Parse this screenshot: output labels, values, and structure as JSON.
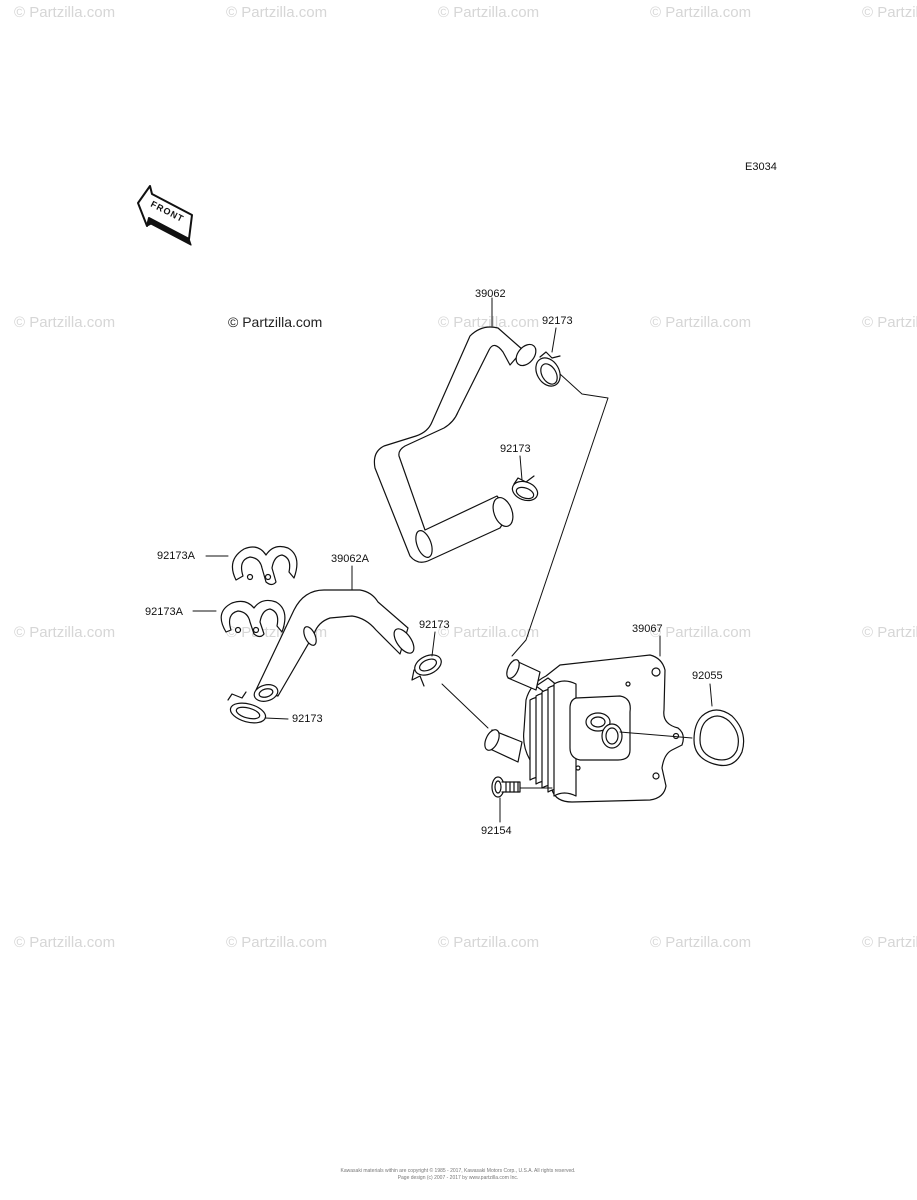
{
  "diagram_code": "E3034",
  "brand_watermark": "© Partzilla.com",
  "front_label": "FRONT",
  "callouts": {
    "hose_upper": "39062",
    "clamp_upper_right": "92173",
    "clamp_upper_mid": "92173",
    "holder_a_top": "92173A",
    "hose_lower": "39062A",
    "holder_a_bottom": "92173A",
    "clamp_lower_mid": "92173",
    "clamp_lower_left": "92173",
    "oil_cooler": "39067",
    "gasket": "92055",
    "bolt": "92154"
  },
  "footer": {
    "line1": "Kawasaki materials within are copyright © 1985 - 2017, Kawasaki Motors Corp., U.S.A. All rights reserved.",
    "line2": "Page design (c) 2007 - 2017 by www.partzilla.com Inc."
  }
}
